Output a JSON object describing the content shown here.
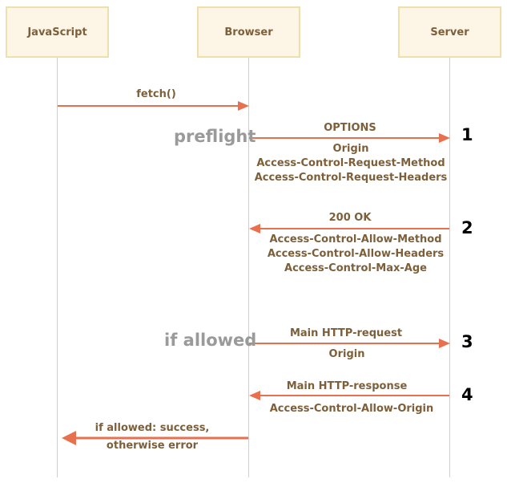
{
  "actors": {
    "javascript": "JavaScript",
    "browser": "Browser",
    "server": "Server"
  },
  "messages": {
    "fetch": "fetch()",
    "options": {
      "title": "OPTIONS",
      "side_label": "preflight",
      "headers": [
        "Origin",
        "Access-Control-Request-Method",
        "Access-Control-Request-Headers"
      ],
      "step": "1"
    },
    "ok": {
      "title": "200 OK",
      "headers": [
        "Access-Control-Allow-Method",
        "Access-Control-Allow-Headers",
        "Access-Control-Max-Age"
      ],
      "step": "2"
    },
    "main_request": {
      "title": "Main HTTP-request",
      "side_label": "if allowed",
      "headers": [
        "Origin"
      ],
      "step": "3"
    },
    "main_response": {
      "title": "Main HTTP-response",
      "headers": [
        "Access-Control-Allow-Origin"
      ],
      "step": "4"
    },
    "result": {
      "line1": "if allowed: success,",
      "line2": "otherwise error"
    }
  },
  "colors": {
    "arrow": "#e8704f",
    "actor_fill": "#fdf5e5",
    "actor_border": "#f1dfa9",
    "text": "#7d5f3a",
    "side_label": "#9a9a9a",
    "lifeline": "#cfcfcf"
  }
}
